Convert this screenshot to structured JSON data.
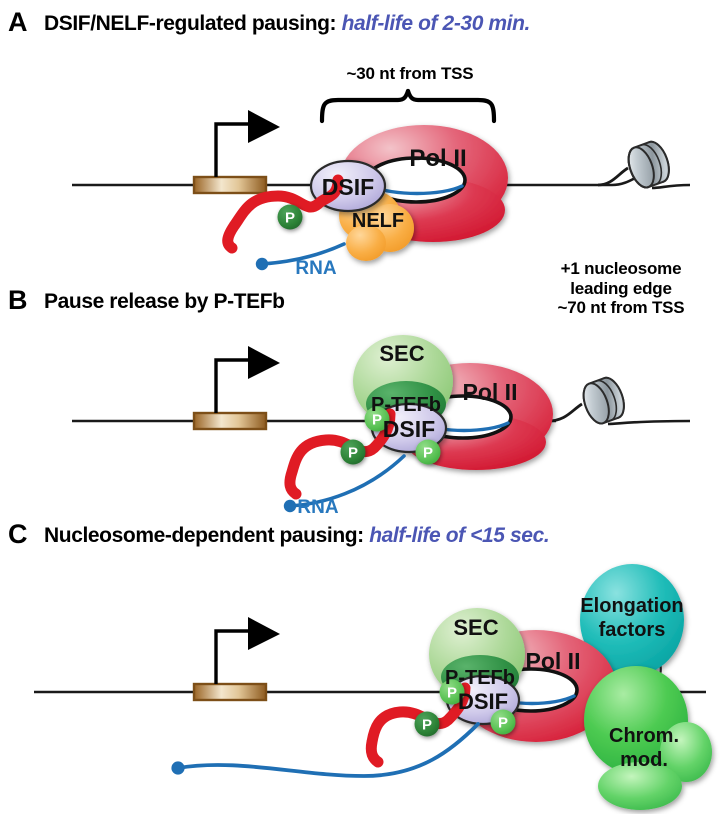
{
  "figure": {
    "panels": [
      {
        "letter": "A",
        "title_plain": "DSIF/NELF-regulated pausing: ",
        "title_italic": "half-life of 2-30 min.",
        "bracket_label": "~30 nt from TSS",
        "rna_label": "RNA",
        "complexes": {
          "pol2": "Pol II",
          "dsif": "DSIF",
          "nelf": "NELF"
        },
        "phospho_labels": [
          "P"
        ]
      },
      {
        "letter": "B",
        "title_plain": "Pause release by P-TEFb",
        "title_italic": "",
        "side_note_line1": "+1 nucleosome",
        "side_note_line2": "leading edge",
        "side_note_line3": "~70 nt from TSS",
        "rna_label": "RNA",
        "complexes": {
          "pol2": "Pol II",
          "dsif": "DSIF",
          "sec": "SEC",
          "ptefb": "P-TEFb"
        },
        "phospho_labels": [
          "P",
          "P",
          "P"
        ]
      },
      {
        "letter": "C",
        "title_plain": "Nucleosome-dependent pausing: ",
        "title_italic": "half-life of <15 sec.",
        "complexes": {
          "pol2": "Pol II",
          "dsif": "DSIF",
          "sec": "SEC",
          "ptefb": "P-TEFb",
          "elong_line1": "Elongation",
          "elong_line2": "factors",
          "chrom_line1": "Chrom.",
          "chrom_line2": "mod."
        },
        "phospho_labels": [
          "P",
          "P",
          "P"
        ]
      }
    ],
    "colors": {
      "accent_italic": "#4b56b4",
      "pol2_red": "#d8172f",
      "pol2_red_light": "#eda7ae",
      "dsif_lavender": "#b9b4de",
      "nelf_orange": "#f7a836",
      "sec_green_light": "#9fd08a",
      "ptefb_green_dark": "#2f8f45",
      "elongation_teal": "#16b3b0",
      "chrom_green": "#3fbf4c",
      "rna_blue": "#1f6fb4",
      "nascent_rna_red": "#e01b24",
      "phospho_dark_green": "#2c8236",
      "phospho_light_green": "#58c153",
      "promoter_brown": "#9a6424",
      "dna_black": "#1a1a1a",
      "nucleosome_grey": "#aeb7bd",
      "background": "#ffffff"
    }
  }
}
